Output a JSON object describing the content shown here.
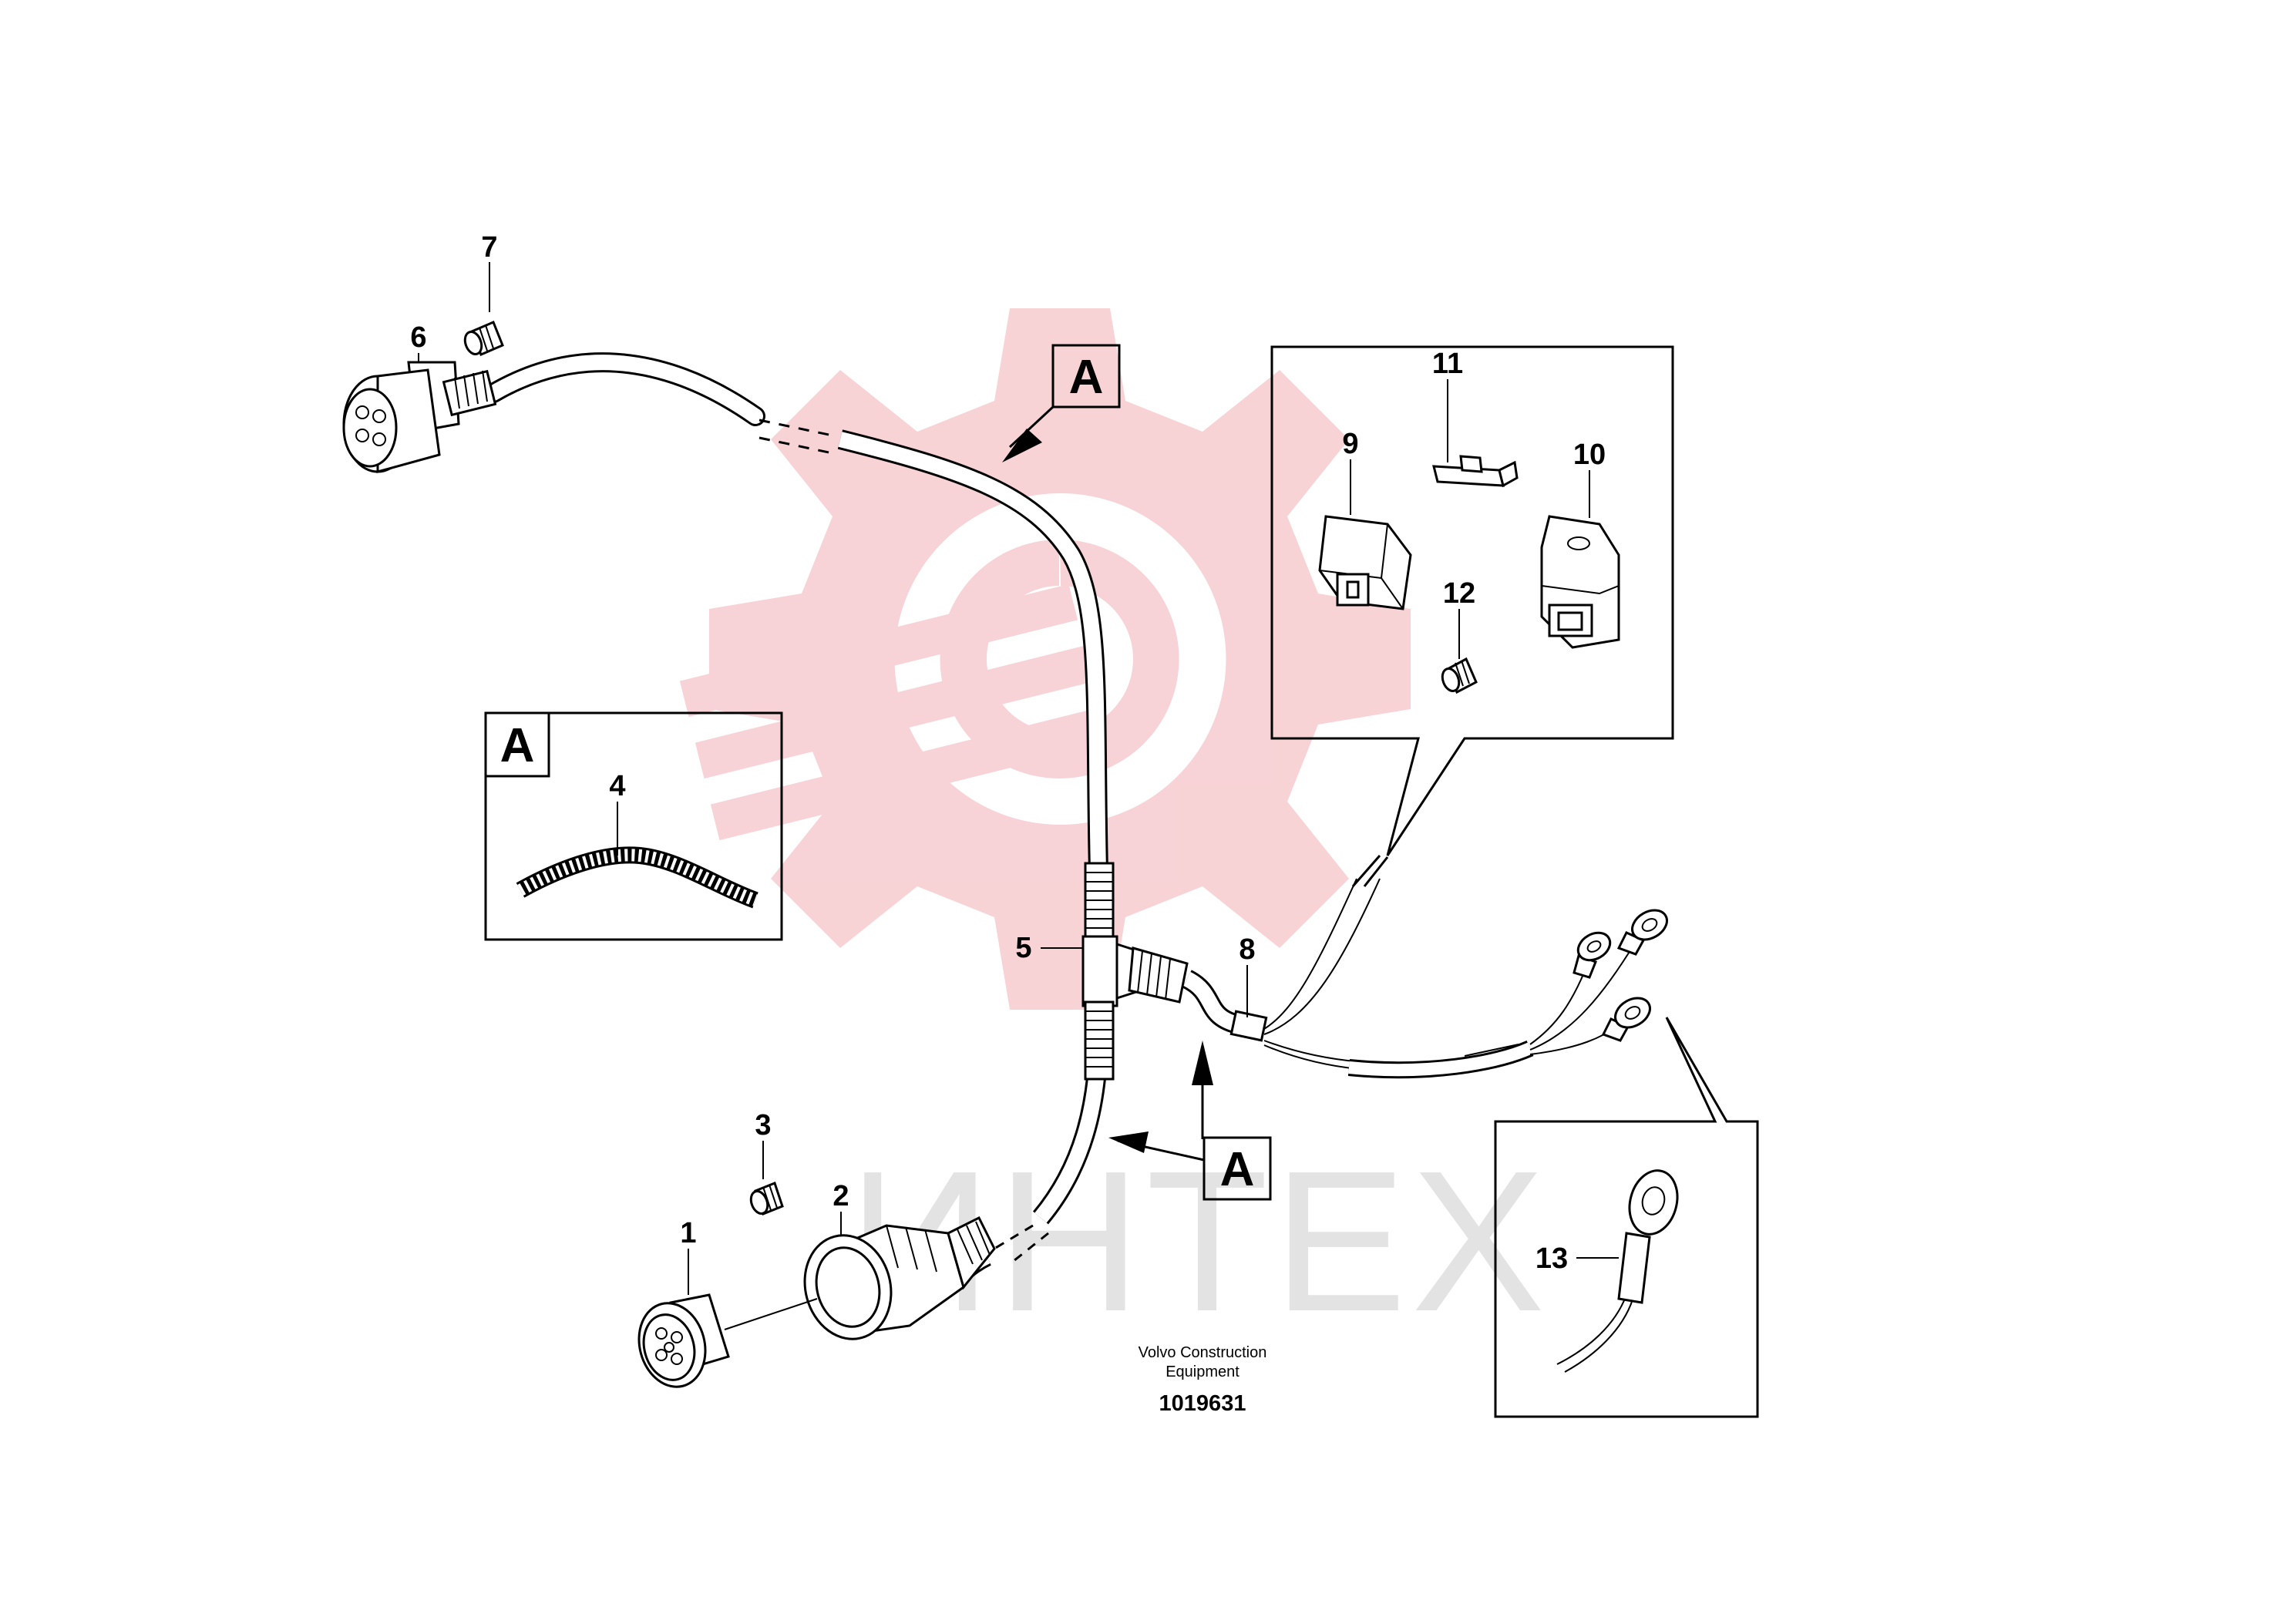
{
  "watermark": {
    "text": "ИНТЕХ",
    "color": "#f6c8cc"
  },
  "callouts": {
    "c1": "1",
    "c2": "2",
    "c3": "3",
    "c4": "4",
    "c5": "5",
    "c6": "6",
    "c7": "7",
    "c8": "8",
    "c9": "9",
    "c10": "10",
    "c11": "11",
    "c12": "12",
    "c13": "13"
  },
  "view_markers": {
    "top": "A",
    "detail_box": "A",
    "bottom": "A"
  },
  "caption": {
    "line1": "Volvo Construction",
    "line2": "Equipment",
    "part_number": "1019631"
  }
}
